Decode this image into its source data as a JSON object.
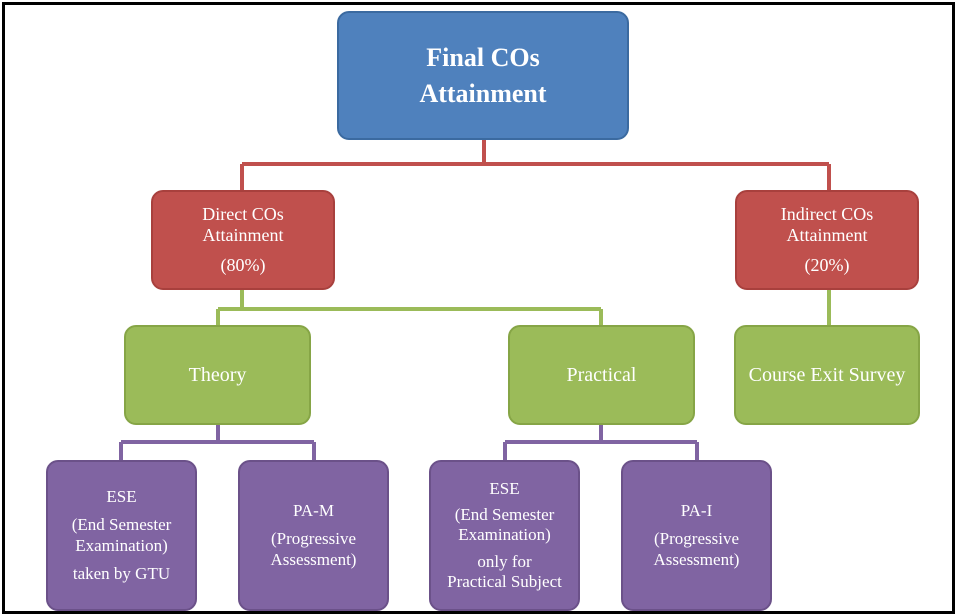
{
  "root": {
    "line1": "Final  COs",
    "line2": "Attainment"
  },
  "direct": {
    "line1": "Direct COs",
    "line2": "Attainment",
    "pct": "(80%)"
  },
  "indirect": {
    "line1": "Indirect COs",
    "line2": "Attainment",
    "pct": "(20%)"
  },
  "theory": {
    "label": "Theory"
  },
  "practical": {
    "label": "Practical"
  },
  "survey": {
    "label": "Course Exit Survey"
  },
  "ese_theory": {
    "line1": "ESE",
    "line2": "(End Semester",
    "line3": "Examination)",
    "line4": "taken by GTU"
  },
  "pa_m": {
    "line1": "PA-M",
    "line2": "(Progressive",
    "line3": "Assessment)"
  },
  "ese_practical": {
    "line1": "ESE",
    "line2": "(End Semester",
    "line3": "Examination)",
    "line4": "only for",
    "line5": "Practical Subject"
  },
  "pa_i": {
    "line1": "PA-I",
    "line2": "(Progressive",
    "line3": "Assessment)"
  },
  "colors": {
    "root": "#4f81bd",
    "level2": "#c0504d",
    "level3": "#9bbb59",
    "leaf": "#8064a2",
    "connector_red": "#c0504d",
    "connector_green": "#9bbb59",
    "connector_purple": "#8064a2"
  }
}
